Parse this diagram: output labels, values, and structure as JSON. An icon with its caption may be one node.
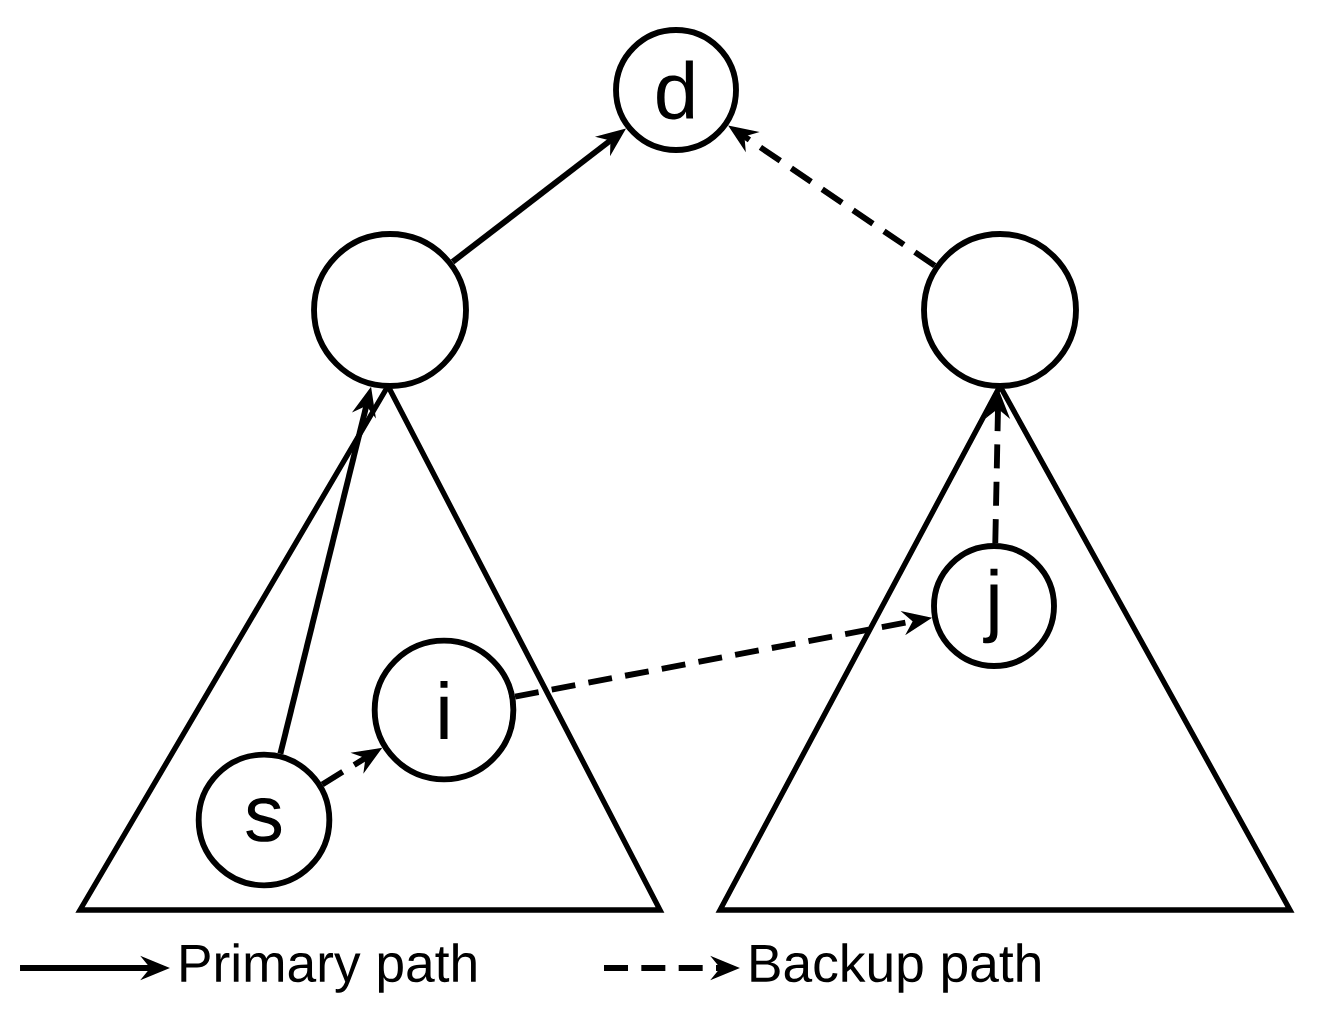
{
  "diagram": {
    "nodes": [
      {
        "text": [
          "d"
        ]
      },
      {
        "text": [],
        "shape": "circle"
      },
      {
        "text": [],
        "shape": "circle"
      },
      {
        "text": [
          "j"
        ]
      },
      {
        "text": [
          "i"
        ]
      },
      {
        "text": [
          "s"
        ]
      }
    ],
    "edges": [
      {
        "from": 1,
        "to": 0,
        "arrow": "to"
      },
      {
        "from": 2,
        "to": 0,
        "arrow": "to",
        "style": "dashed"
      },
      {
        "from": 5,
        "to": 1,
        "arrow": "to"
      },
      {
        "from": 5,
        "to": 4,
        "arrow": "to",
        "style": "dashed"
      },
      {
        "from": 4,
        "to": 3,
        "arrow": "to",
        "style": "dashed"
      },
      {
        "from": 3,
        "to": 2,
        "arrow": "to",
        "style": "dashed"
      }
    ],
    "legend": [
      {
        "text": "Primary path"
      },
      {
        "text": "Backup path"
      }
    ]
  }
}
